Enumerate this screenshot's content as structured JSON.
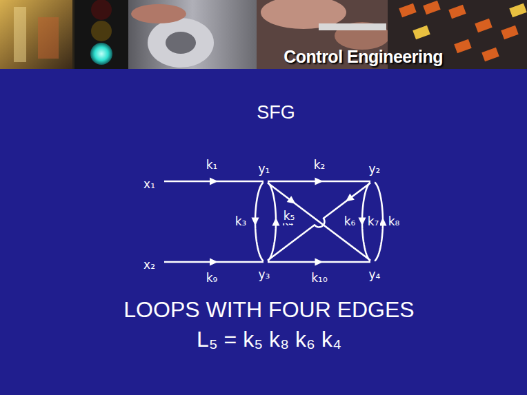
{
  "diagram": {
    "title": "SFG",
    "nodes": [
      {
        "text": [
          "x₁"
        ]
      },
      {
        "text": [
          "y₁"
        ]
      },
      {
        "text": [
          "y₂"
        ]
      },
      {
        "text": [
          "x₂"
        ]
      },
      {
        "text": [
          "y₃"
        ]
      },
      {
        "text": [
          "y₄"
        ]
      }
    ],
    "edges": [
      {
        "from": 0,
        "to": 1,
        "label": "k₁",
        "arrow": "to"
      },
      {
        "from": 1,
        "to": 2,
        "label": "k₂",
        "arrow": "to"
      },
      {
        "from": 1,
        "to": 4,
        "label": "k₃",
        "arrow": "to"
      },
      {
        "from": 4,
        "to": 1,
        "label": "k₄",
        "arrow": "to"
      },
      {
        "from": 1,
        "to": 5,
        "label": "k₅",
        "arrow": "to"
      },
      {
        "from": 2,
        "to": 4,
        "label": "k₆",
        "arrow": "to"
      },
      {
        "from": 2,
        "to": 5,
        "label": "k₇",
        "arrow": "to"
      },
      {
        "from": 5,
        "to": 2,
        "label": "k₈",
        "arrow": "to"
      },
      {
        "from": 3,
        "to": 4,
        "label": "k₉",
        "arrow": "to"
      },
      {
        "from": 4,
        "to": 5,
        "label": "k₁₀",
        "arrow": "to"
      }
    ],
    "labels": [
      "Control Engineering",
      "LOOPS WITH FOUR EDGES",
      "L₅ = k₅ k₈ k₆ k₄"
    ]
  }
}
